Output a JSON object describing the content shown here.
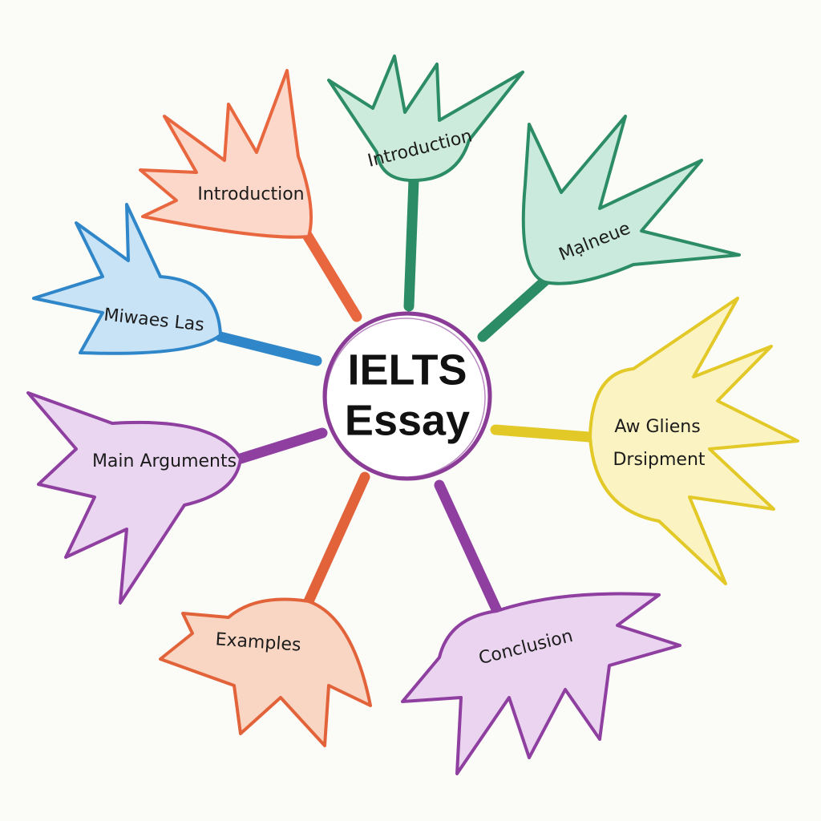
{
  "center": {
    "line1": "IELTS",
    "line2": "Essay",
    "color": "#8a3c97"
  },
  "branches": [
    {
      "label": "Introduction",
      "color": "#e8673f",
      "fill": "#fbd8c9"
    },
    {
      "label": "Introduction",
      "color": "#2b8c66",
      "fill": "#cdebdc"
    },
    {
      "label": "Mạlneue",
      "color": "#2b8c66",
      "fill": "#c9eadc"
    },
    {
      "label": "Miwaes Las",
      "color": "#2f86c8",
      "fill": "#c8e2f6"
    },
    {
      "label_line1": "Aw Gliens",
      "label_line2": "Drsipment",
      "color": "#e2c928",
      "fill": "#fbf3c2"
    },
    {
      "label": "Main Arguments",
      "color": "#8e3fa0",
      "fill": "#ead6f0"
    },
    {
      "label": "Examples",
      "color": "#e2633a",
      "fill": "#f9d6c4"
    },
    {
      "label": "Conclusion",
      "color": "#8e3fa0",
      "fill": "#ead4ef"
    }
  ]
}
